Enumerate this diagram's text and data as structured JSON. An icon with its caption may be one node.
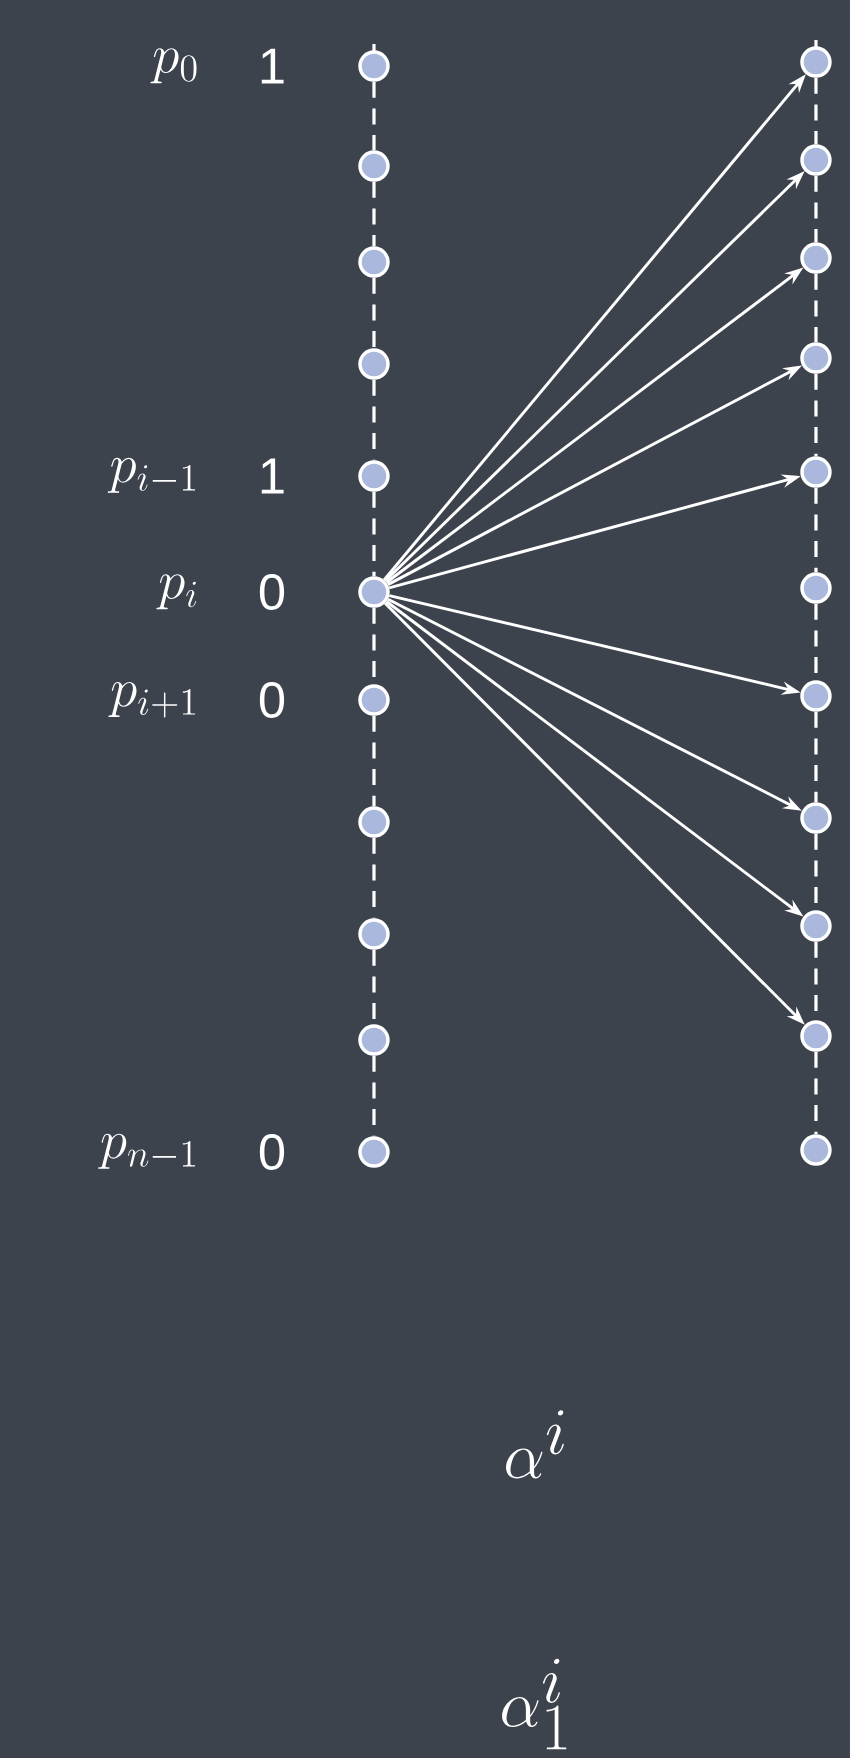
{
  "diagram": {
    "nodes": [
      {
        "text": [],
        "shape": "circle",
        "beside": [
          "p_0",
          "1"
        ]
      },
      {
        "text": [],
        "shape": "circle"
      },
      {
        "text": [],
        "shape": "circle"
      },
      {
        "text": [],
        "shape": "circle"
      },
      {
        "text": [],
        "shape": "circle",
        "beside": [
          "p_{i-1}",
          "1"
        ]
      },
      {
        "text": [],
        "shape": "circle",
        "beside": [
          "p_i",
          "0"
        ]
      },
      {
        "text": [],
        "shape": "circle",
        "beside": [
          "p_{i+1}",
          "0"
        ]
      },
      {
        "text": [],
        "shape": "circle"
      },
      {
        "text": [],
        "shape": "circle"
      },
      {
        "text": [],
        "shape": "circle"
      },
      {
        "text": [],
        "shape": "circle",
        "beside": [
          "p_{n-1}",
          "0"
        ]
      },
      {
        "text": [],
        "shape": "circle"
      },
      {
        "text": [],
        "shape": "circle"
      },
      {
        "text": [],
        "shape": "circle"
      },
      {
        "text": [],
        "shape": "circle"
      },
      {
        "text": [],
        "shape": "circle"
      },
      {
        "text": [],
        "shape": "circle"
      },
      {
        "text": [],
        "shape": "circle"
      },
      {
        "text": [],
        "shape": "circle"
      },
      {
        "text": [],
        "shape": "circle"
      },
      {
        "text": [],
        "shape": "circle"
      },
      {
        "text": [],
        "shape": "circle"
      }
    ],
    "edges": [
      {
        "from": 0,
        "to": 1,
        "arrow": "none",
        "style": "dashed"
      },
      {
        "from": 1,
        "to": 2,
        "arrow": "none",
        "style": "dashed"
      },
      {
        "from": 2,
        "to": 3,
        "arrow": "none",
        "style": "dashed"
      },
      {
        "from": 3,
        "to": 4,
        "arrow": "none",
        "style": "dashed"
      },
      {
        "from": 4,
        "to": 5,
        "arrow": "none",
        "style": "dashed"
      },
      {
        "from": 5,
        "to": 6,
        "arrow": "none",
        "style": "dashed"
      },
      {
        "from": 6,
        "to": 7,
        "arrow": "none",
        "style": "dashed"
      },
      {
        "from": 7,
        "to": 8,
        "arrow": "none",
        "style": "dashed"
      },
      {
        "from": 8,
        "to": 9,
        "arrow": "none",
        "style": "dashed"
      },
      {
        "from": 9,
        "to": 10,
        "arrow": "none",
        "style": "dashed"
      },
      {
        "from": 11,
        "to": 12,
        "arrow": "none",
        "style": "dashed"
      },
      {
        "from": 12,
        "to": 13,
        "arrow": "none",
        "style": "dashed"
      },
      {
        "from": 13,
        "to": 14,
        "arrow": "none",
        "style": "dashed"
      },
      {
        "from": 14,
        "to": 15,
        "arrow": "none",
        "style": "dashed"
      },
      {
        "from": 15,
        "to": 16,
        "arrow": "none",
        "style": "dashed"
      },
      {
        "from": 16,
        "to": 17,
        "arrow": "none",
        "style": "dashed"
      },
      {
        "from": 17,
        "to": 18,
        "arrow": "none",
        "style": "dashed"
      },
      {
        "from": 18,
        "to": 19,
        "arrow": "none",
        "style": "dashed"
      },
      {
        "from": 19,
        "to": 20,
        "arrow": "none",
        "style": "dashed"
      },
      {
        "from": 20,
        "to": 21,
        "arrow": "none",
        "style": "dashed"
      },
      {
        "from": 5,
        "to": 11,
        "arrow": "to"
      },
      {
        "from": 5,
        "to": 12,
        "arrow": "to"
      },
      {
        "from": 5,
        "to": 13,
        "arrow": "to"
      },
      {
        "from": 5,
        "to": 14,
        "arrow": "to"
      },
      {
        "from": 5,
        "to": 15,
        "arrow": "to"
      },
      {
        "from": 5,
        "to": 17,
        "arrow": "to"
      },
      {
        "from": 5,
        "to": 18,
        "arrow": "to"
      },
      {
        "from": 5,
        "to": 19,
        "arrow": "to"
      },
      {
        "from": 5,
        "to": 20,
        "arrow": "to"
      }
    ],
    "labels": [
      "\\alpha^i",
      "\\alpha^i_1"
    ]
  }
}
